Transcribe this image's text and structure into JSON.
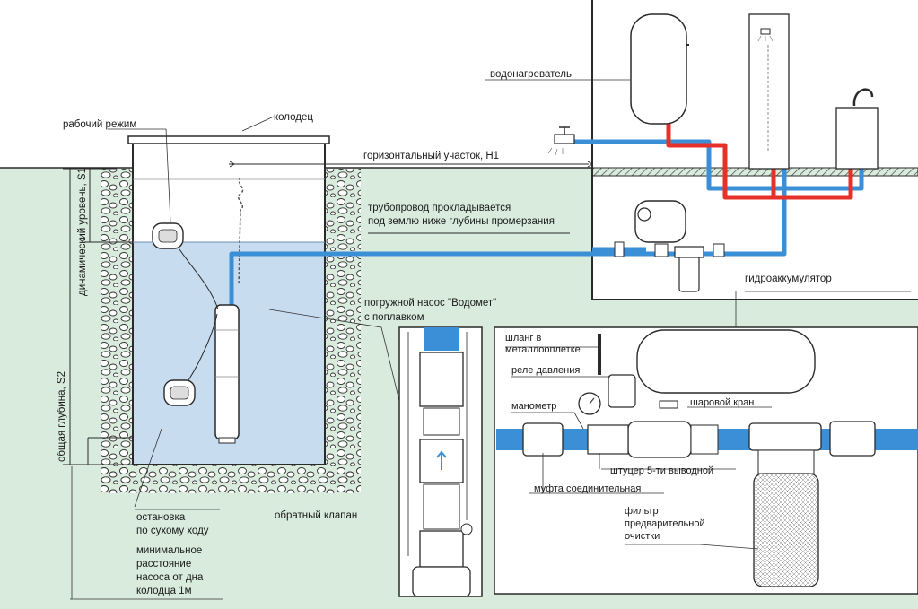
{
  "labels": {
    "well": "колодец",
    "working_mode": "рабочий режим",
    "horizontal_section": "горизонтальный участок, H1",
    "pipeline_line1": "трубопровод прокладывается",
    "pipeline_line2": "под землю ниже глубины промерзания",
    "water_heater": "водонагреватель",
    "accumulator": "гидроаккумулятор",
    "pump_line1": "погружной насос  \"Водомет\"",
    "pump_line2": "с поплавком",
    "total_depth": "общая глубина, S2",
    "dynamic_level": "динамический уровень, S1",
    "dry_stop_line1": "остановка",
    "dry_stop_line2": "по сухому ходу",
    "min_dist_line1": "минимальное",
    "min_dist_line2": "расстояние",
    "min_dist_line3": "насоса от дна",
    "min_dist_line4": "колодца  1м",
    "check_valve": "обратный клапан",
    "hose_line1": "шланг в",
    "hose_line2": "металлооплетке",
    "pressure_relay": "реле давления",
    "manometer": "манометр",
    "ball_valve": "шаровой кран",
    "fitting": "штуцер 5-ти выводной",
    "coupling": "муфта соединительная",
    "filter_line1": "фильтр",
    "filter_line2": "предварительной",
    "filter_line3": "очистки"
  },
  "colors": {
    "ground": "#d8ebdc",
    "water": "#c8dcf0",
    "cold_pipe": "#3a8fd6",
    "hot_pipe": "#e8302a",
    "line": "#2a2a2a"
  }
}
